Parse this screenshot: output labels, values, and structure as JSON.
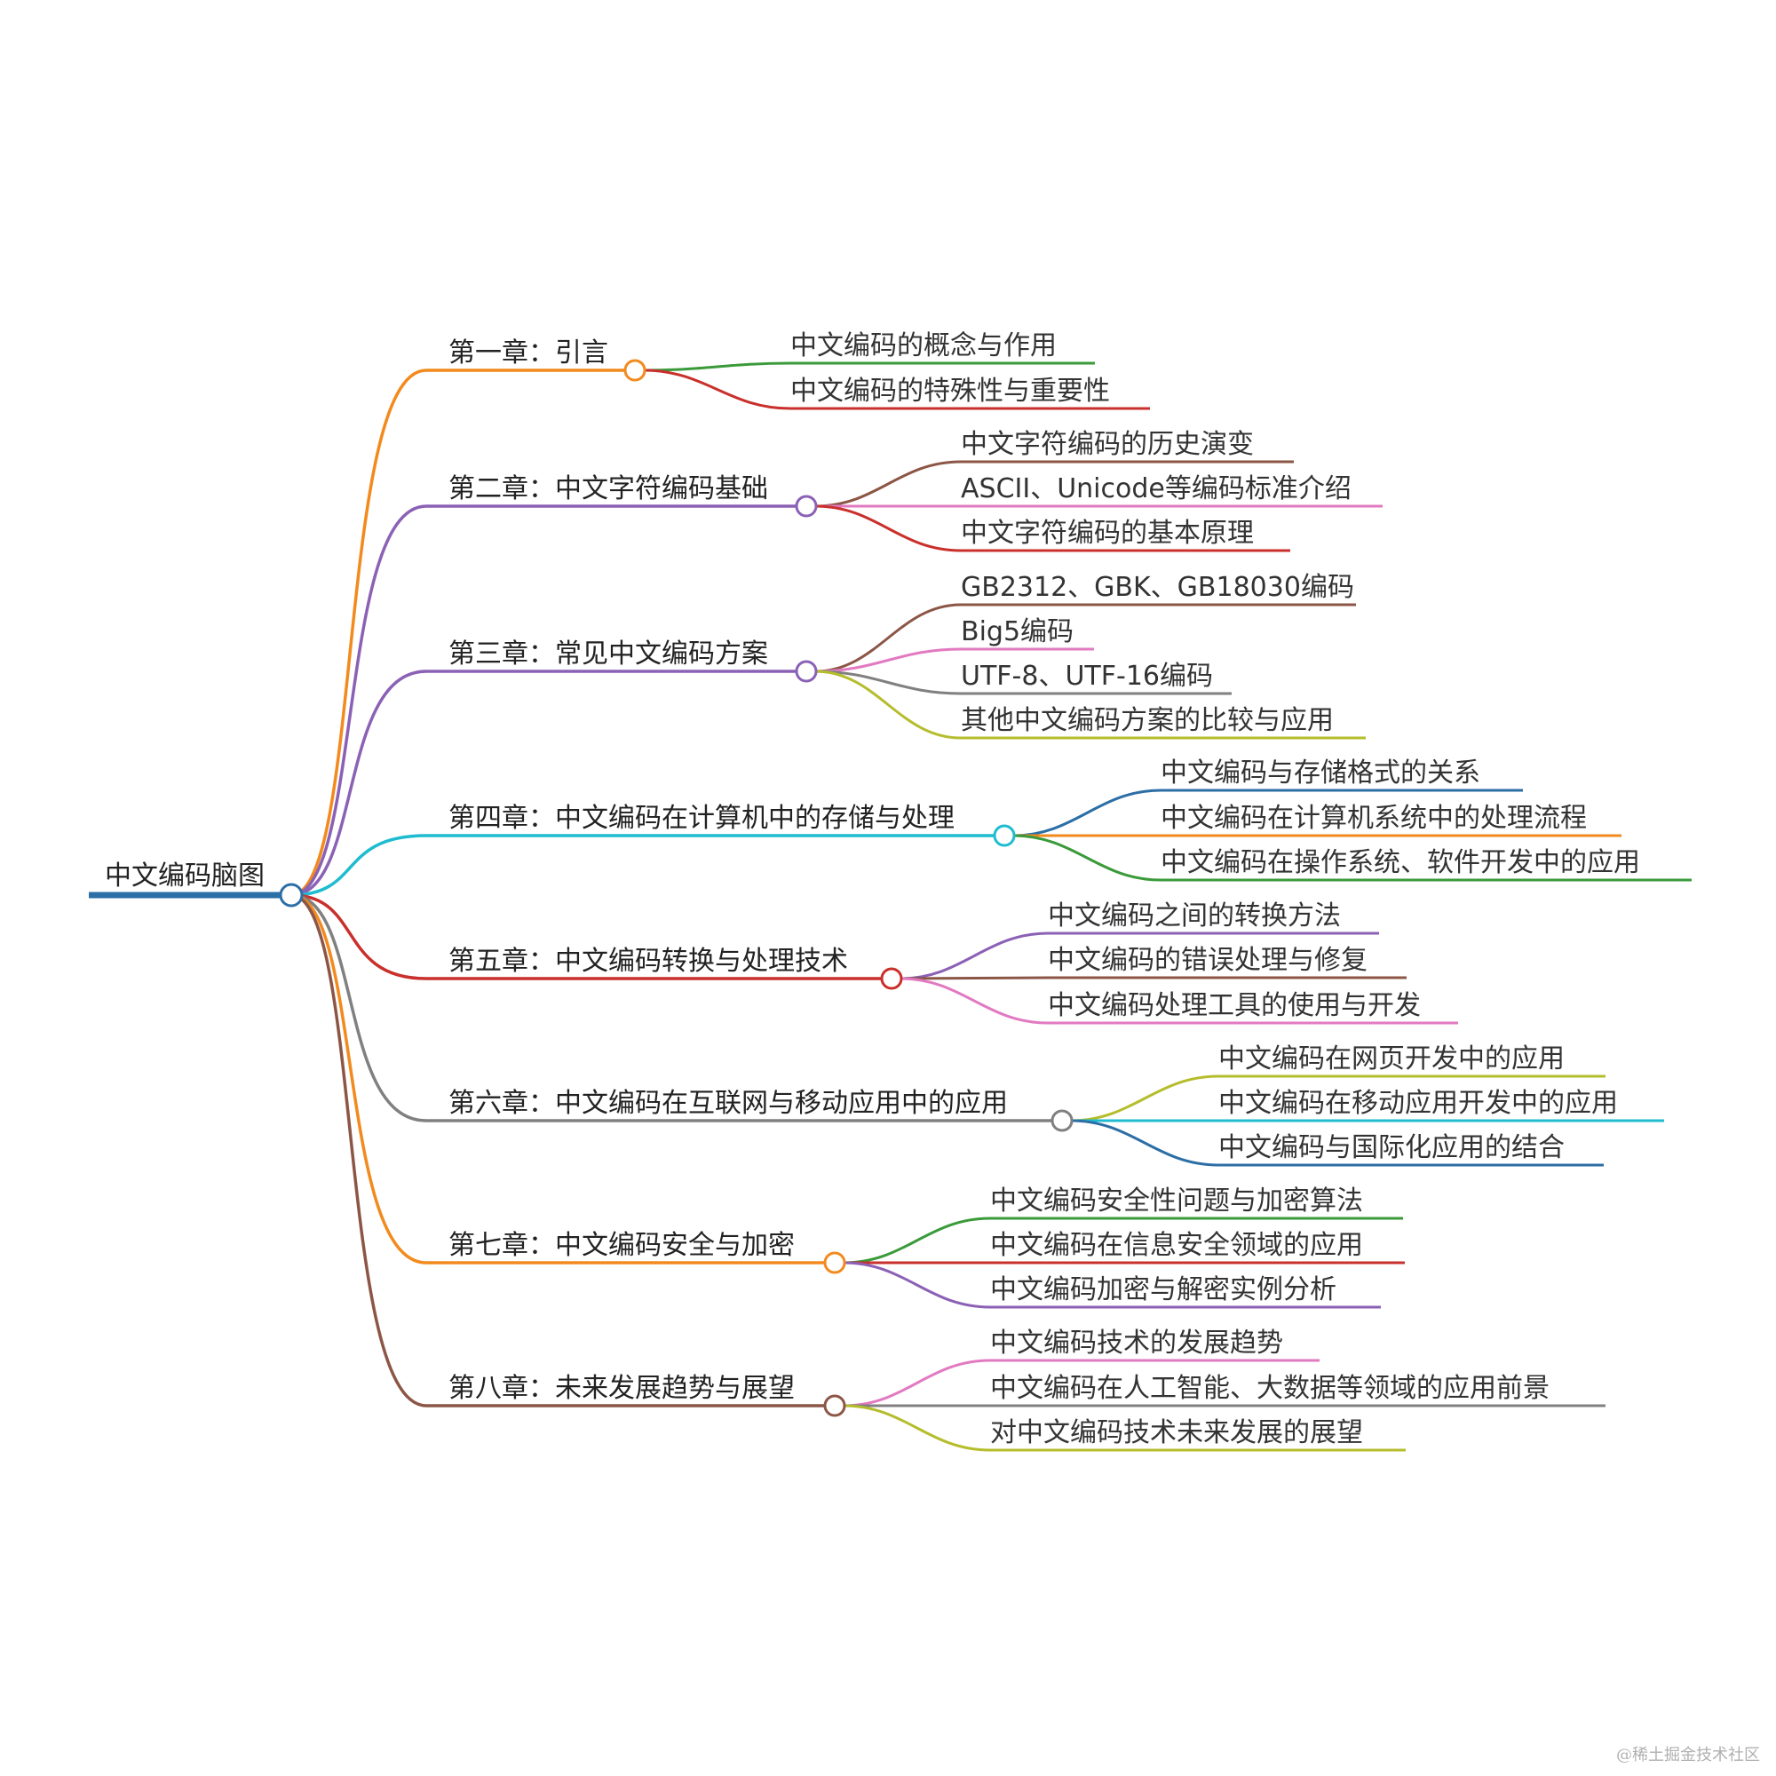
{
  "root": {
    "label": "中文编码脑图",
    "color": "#2c6ea6"
  },
  "chapters": [
    {
      "label": "第一章：引言",
      "color": "#f28a1e",
      "children": [
        {
          "label": "中文编码的概念与作用",
          "color": "#3a9a3a"
        },
        {
          "label": "中文编码的特殊性与重要性",
          "color": "#c9302c"
        }
      ]
    },
    {
      "label": "第二章：中文字符编码基础",
      "color": "#8b61b5",
      "children": [
        {
          "label": "中文字符编码的历史演变",
          "color": "#8c5646"
        },
        {
          "label": "ASCII、Unicode等编码标准介绍",
          "color": "#e27ac2"
        },
        {
          "label": "中文字符编码的基本原理",
          "color": "#c9302c"
        }
      ]
    },
    {
      "label": "第三章：常见中文编码方案",
      "color": "#8b61b5",
      "children": [
        {
          "label": "GB2312、GBK、GB18030编码",
          "color": "#8c5646"
        },
        {
          "label": "Big5编码",
          "color": "#e27ac2"
        },
        {
          "label": "UTF-8、UTF-16编码",
          "color": "#808080"
        },
        {
          "label": "其他中文编码方案的比较与应用",
          "color": "#b5bd2c"
        }
      ]
    },
    {
      "label": "第四章：中文编码在计算机中的存储与处理",
      "color": "#1fbcd0",
      "children": [
        {
          "label": "中文编码与存储格式的关系",
          "color": "#2c6ea6"
        },
        {
          "label": "中文编码在计算机系统中的处理流程",
          "color": "#f28a1e"
        },
        {
          "label": "中文编码在操作系统、软件开发中的应用",
          "color": "#3a9a3a"
        }
      ]
    },
    {
      "label": "第五章：中文编码转换与处理技术",
      "color": "#c9302c",
      "children": [
        {
          "label": "中文编码之间的转换方法",
          "color": "#8b61b5"
        },
        {
          "label": "中文编码的错误处理与修复",
          "color": "#8c5646"
        },
        {
          "label": "中文编码处理工具的使用与开发",
          "color": "#e27ac2"
        }
      ]
    },
    {
      "label": "第六章：中文编码在互联网与移动应用中的应用",
      "color": "#808080",
      "children": [
        {
          "label": "中文编码在网页开发中的应用",
          "color": "#b5bd2c"
        },
        {
          "label": "中文编码在移动应用开发中的应用",
          "color": "#1fbcd0"
        },
        {
          "label": "中文编码与国际化应用的结合",
          "color": "#2c6ea6"
        }
      ]
    },
    {
      "label": "第七章：中文编码安全与加密",
      "color": "#f28a1e",
      "children": [
        {
          "label": "中文编码安全性问题与加密算法",
          "color": "#3a9a3a"
        },
        {
          "label": "中文编码在信息安全领域的应用",
          "color": "#c9302c"
        },
        {
          "label": "中文编码加密与解密实例分析",
          "color": "#8b61b5"
        }
      ]
    },
    {
      "label": "第八章：未来发展趋势与展望",
      "color": "#8c5646",
      "children": [
        {
          "label": "中文编码技术的发展趋势",
          "color": "#e27ac2"
        },
        {
          "label": "中文编码在人工智能、大数据等领域的应用前景",
          "color": "#808080"
        },
        {
          "label": "对中文编码技术未来发展的展望",
          "color": "#b5bd2c"
        }
      ]
    }
  ],
  "watermark": "@稀土掘金技术社区"
}
